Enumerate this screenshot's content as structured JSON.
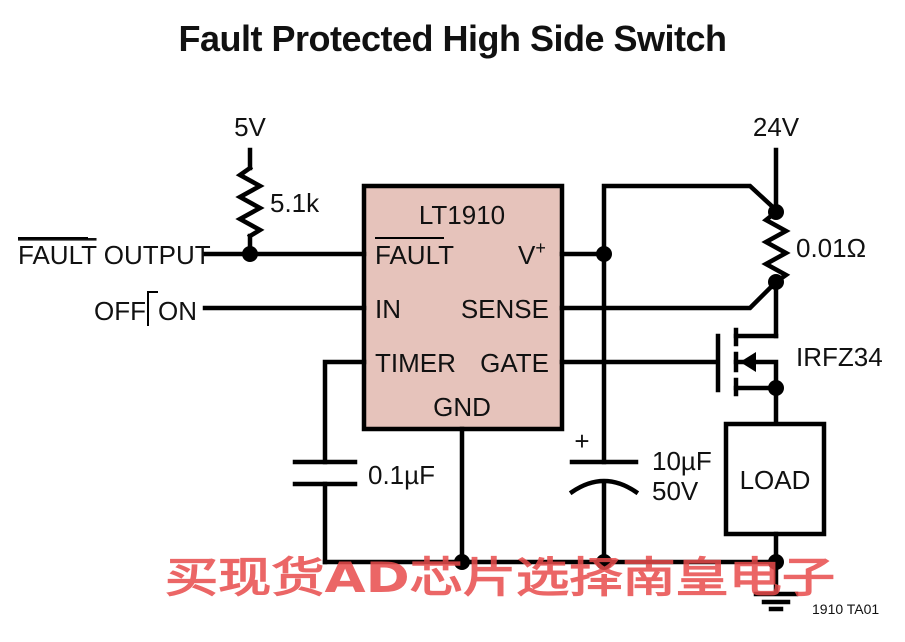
{
  "title": "Fault Protected High Side Switch",
  "supply_5v": "5V",
  "supply_24v": "24V",
  "resistor_pullup": "5.1k",
  "resistor_sense": "0.01Ω",
  "fault_output": {
    "bar": "FAULT",
    "rest": " OUTPUT"
  },
  "off_on": {
    "off": "OFF",
    "on": "ON"
  },
  "ic": {
    "name": "LT1910",
    "pins": {
      "fault": "FAULT",
      "in": "IN",
      "timer": "TIMER",
      "vplus": "V",
      "vplus_sup": "+",
      "sense": "SENSE",
      "gate": "GATE",
      "gnd": "GND"
    }
  },
  "cap_timer": "0.1µF",
  "cap_bulk": {
    "value": "10µF",
    "voltage": "50V",
    "polarity": "+"
  },
  "mosfet": "IRFZ34",
  "load": "LOAD",
  "figure_id": "1910 TA01",
  "watermark": "买现货AD芯片选择南皇电子",
  "colors": {
    "ic_fill": "#e6c3bb",
    "watermark": "#e84c4c"
  }
}
